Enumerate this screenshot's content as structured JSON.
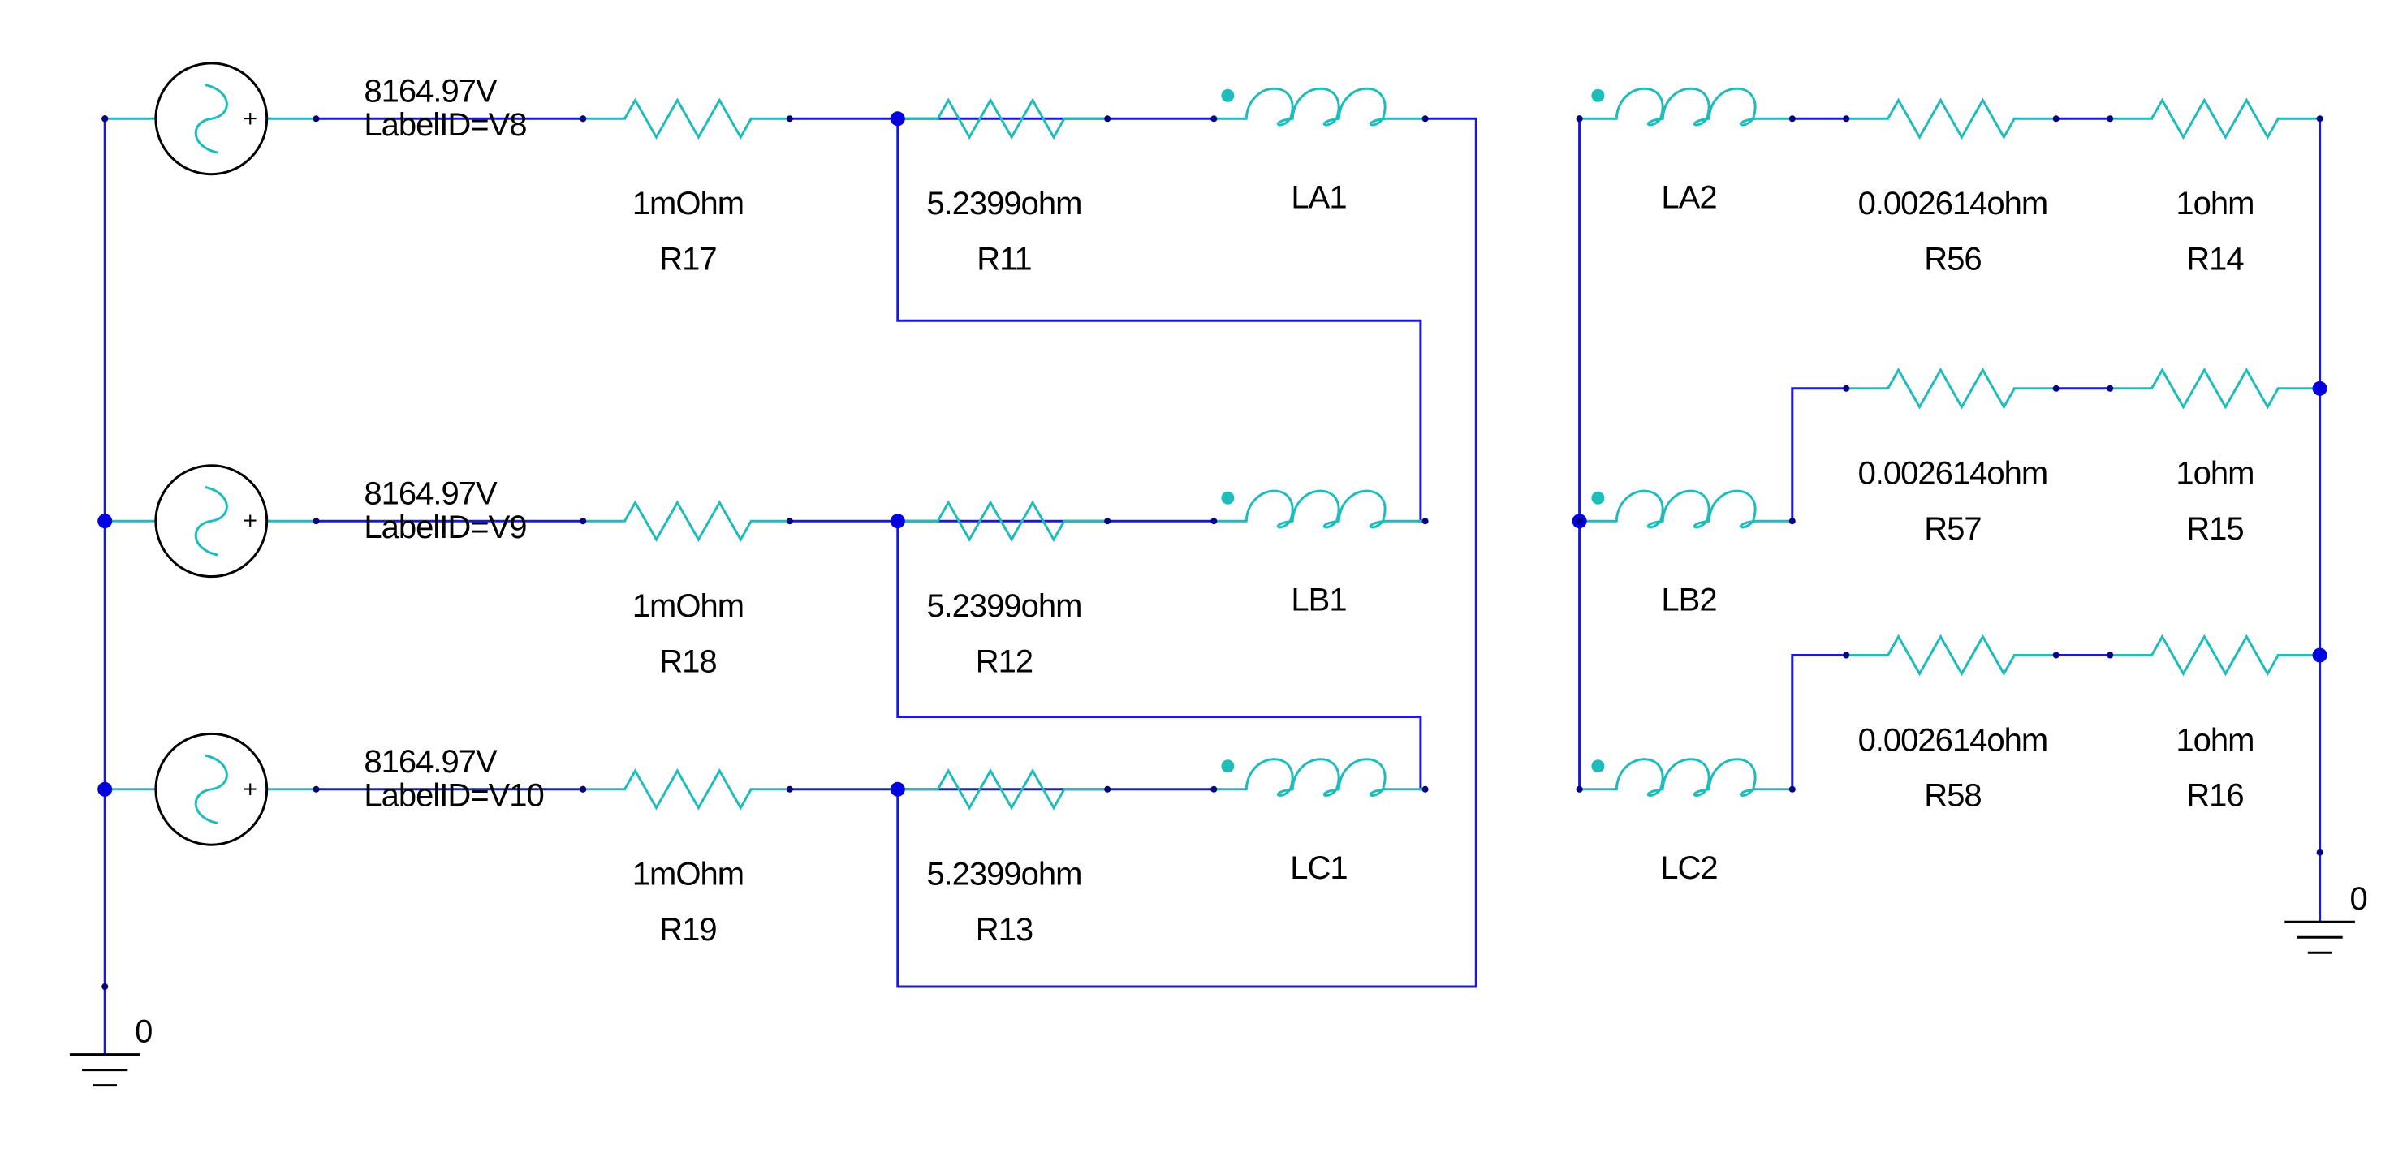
{
  "colors": {
    "wire": "#1a1ad6",
    "component": "#20bcbc",
    "pin": "#000080",
    "junction": "#0000e0",
    "dot": "#20bcbc",
    "text": "#000000",
    "symbol": "#000000"
  },
  "sources": [
    {
      "id": "V8",
      "value": "8164.97V",
      "label": "LabelID=V8"
    },
    {
      "id": "V9",
      "value": "8164.97V",
      "label": "LabelID=V9"
    },
    {
      "id": "V10",
      "value": "8164.97V",
      "label": "LabelID=V10"
    }
  ],
  "source_polarity": "+",
  "series_resistors": [
    {
      "value": "1mOhm",
      "name": "R17"
    },
    {
      "value": "1mOhm",
      "name": "R18"
    },
    {
      "value": "1mOhm",
      "name": "R19"
    }
  ],
  "primary_resistors": [
    {
      "value": "5.2399ohm",
      "name": "R11"
    },
    {
      "value": "5.2399ohm",
      "name": "R12"
    },
    {
      "value": "5.2399ohm",
      "name": "R13"
    }
  ],
  "primary_inductors": [
    {
      "name": "LA1"
    },
    {
      "name": "LB1"
    },
    {
      "name": "LC1"
    }
  ],
  "secondary_inductors": [
    {
      "name": "LA2"
    },
    {
      "name": "LB2"
    },
    {
      "name": "LC2"
    }
  ],
  "secondary_resistors": [
    {
      "value": "0.002614ohm",
      "name": "R56"
    },
    {
      "value": "0.002614ohm",
      "name": "R57"
    },
    {
      "value": "0.002614ohm",
      "name": "R58"
    }
  ],
  "load_resistors": [
    {
      "value": "1ohm",
      "name": "R14"
    },
    {
      "value": "1ohm",
      "name": "R15"
    },
    {
      "value": "1ohm",
      "name": "R16"
    }
  ],
  "grounds": [
    {
      "label": "0"
    },
    {
      "label": "0"
    }
  ]
}
